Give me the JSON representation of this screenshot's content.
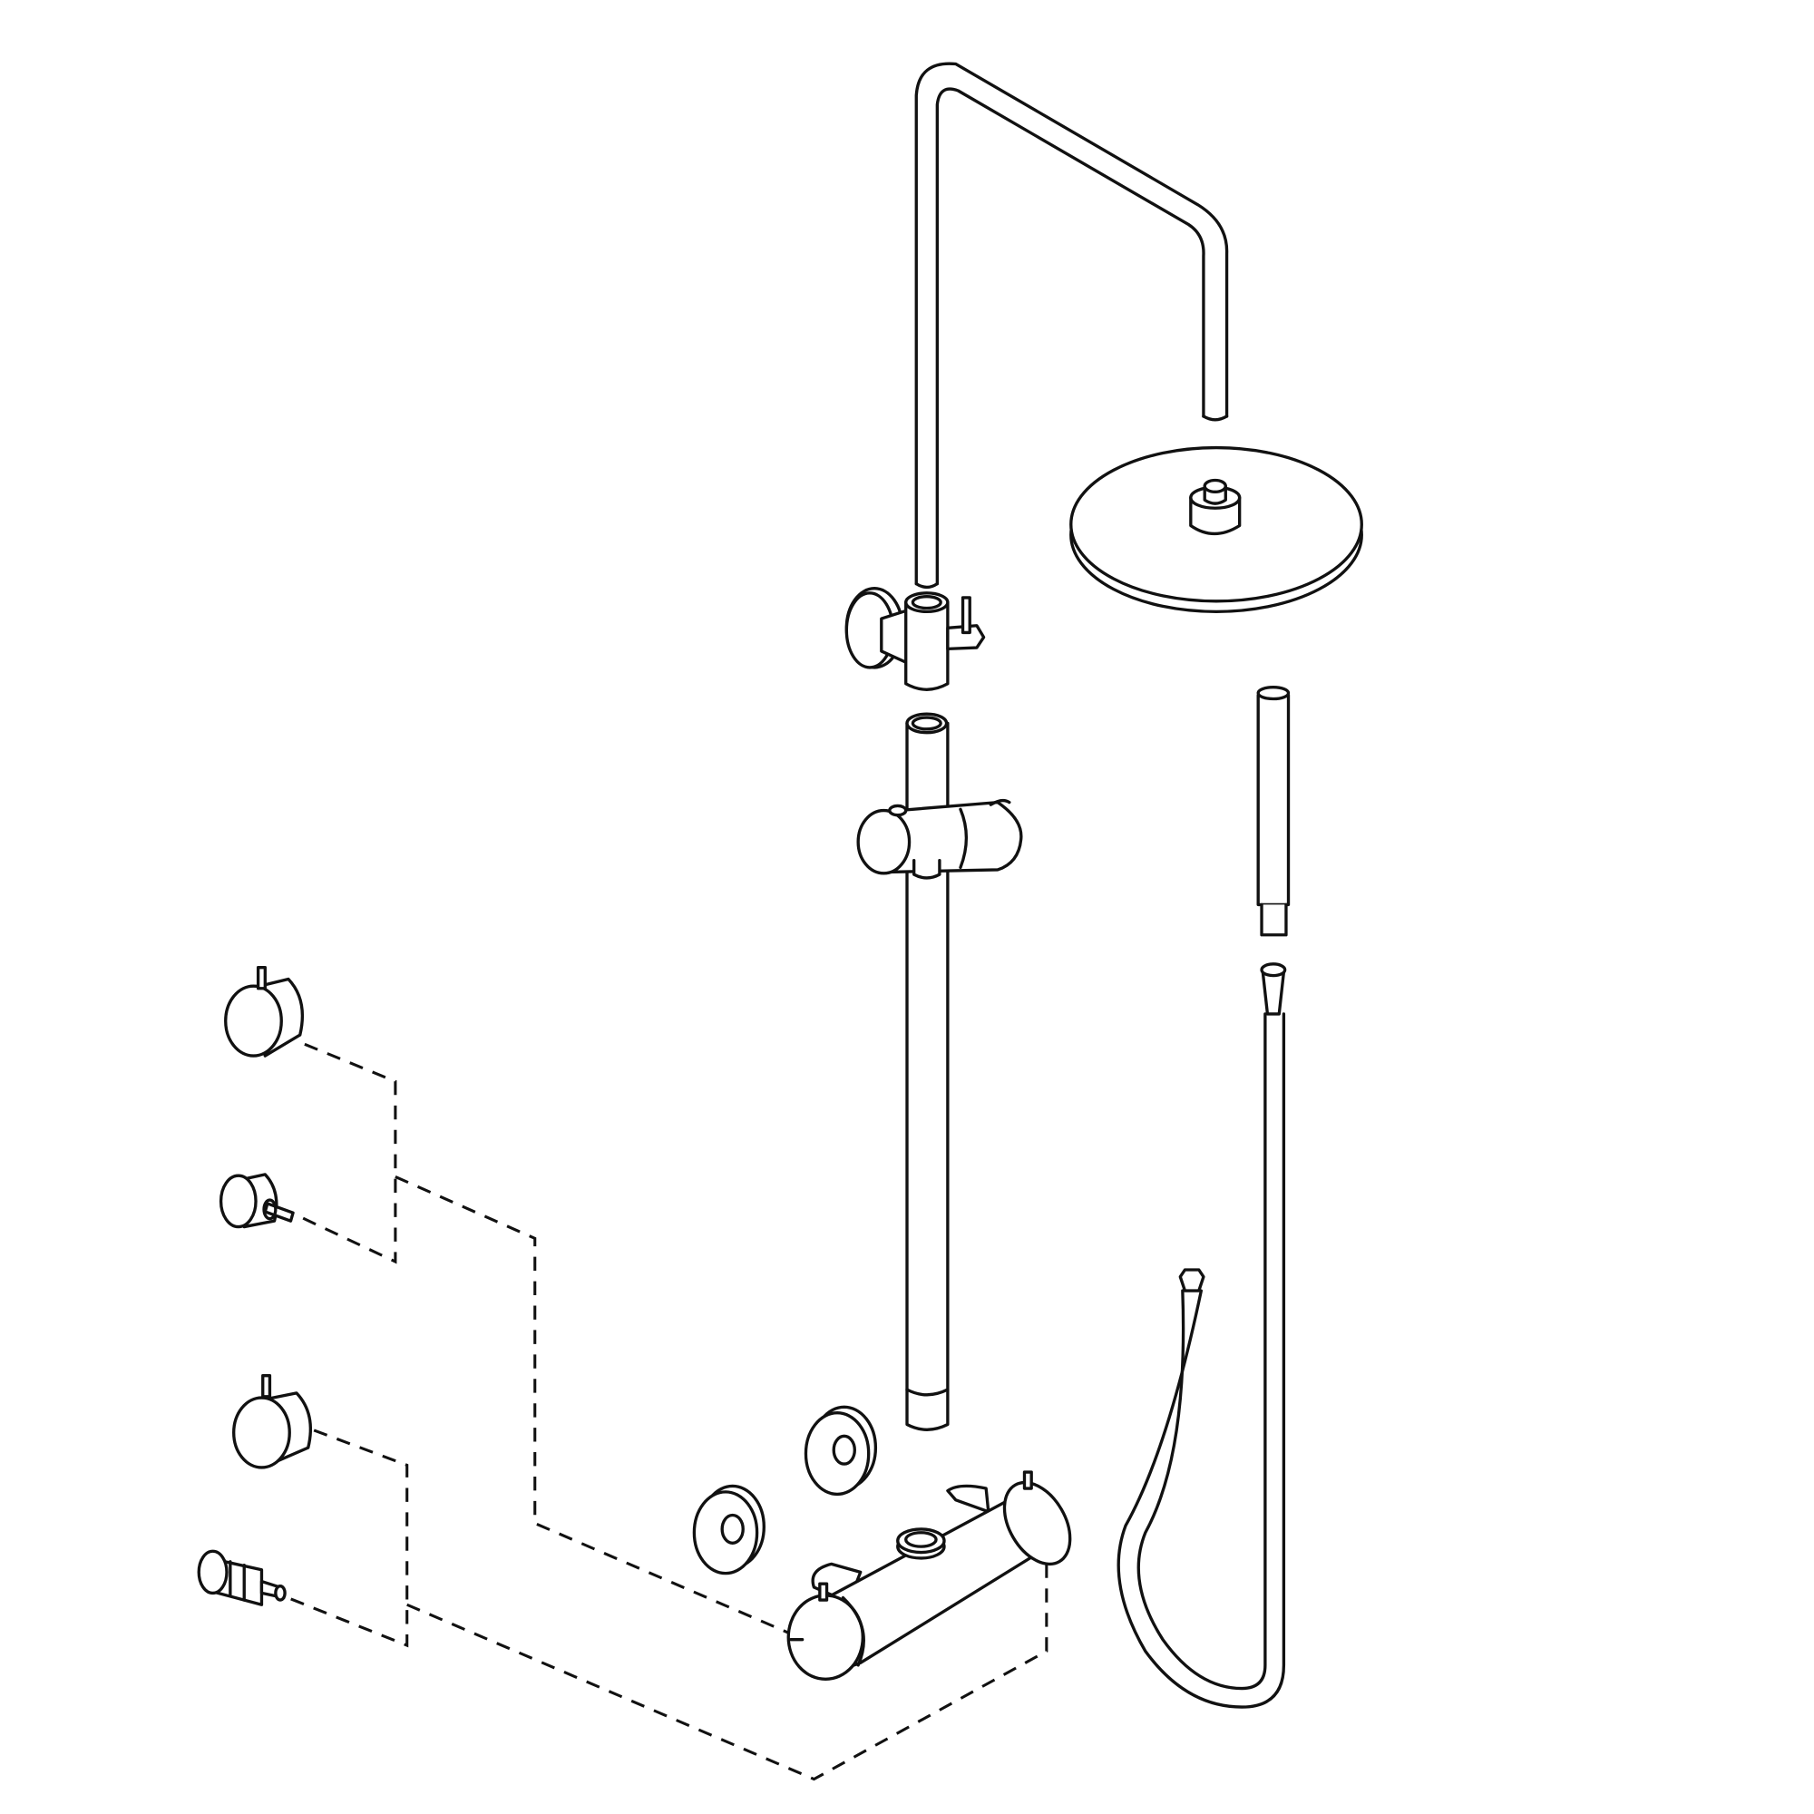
{
  "diagram": {
    "type": "exploded-view",
    "subject": "shower-system",
    "line_color": "#111111",
    "background": "#ffffff",
    "parts": [
      "overhead-shower-arm",
      "rain-shower-head",
      "wall-bracket-diverter",
      "slide-rail",
      "hand-shower-slider",
      "hand-shower",
      "shower-hose",
      "supply-hose",
      "thermostatic-mixer",
      "wall-washers",
      "spare-knobs-and-cartridges"
    ]
  }
}
